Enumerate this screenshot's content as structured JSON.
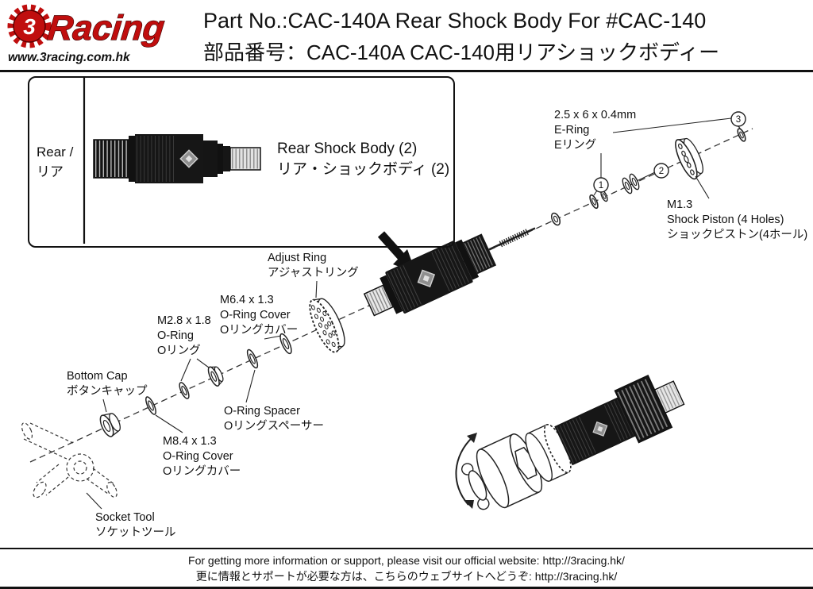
{
  "header": {
    "logo": {
      "gear_digit": "3",
      "brand": "Racing",
      "url": "www.3racing.com.hk"
    },
    "title_en": "Part No.:CAC-140A  Rear Shock Body For #CAC-140",
    "title_jp": "部品番号：CAC-140A CAC-140用リアショックボディー"
  },
  "inset": {
    "side_en": "Rear /",
    "side_jp": "リア",
    "part_en": "Rear Shock Body (2)",
    "part_jp": "リア・ショックボディ (2)"
  },
  "parts": {
    "ering": {
      "l1": "2.5 x 6 x 0.4mm",
      "l2": "E-Ring",
      "l3": "Eリング"
    },
    "piston": {
      "l1": "M1.3",
      "l2": "Shock Piston (4 Holes)",
      "l3": "ショックピストン(4ホール)"
    },
    "adjust_ring": {
      "l1": "Adjust Ring",
      "l2": "アジャストリング"
    },
    "oring_cover_m64": {
      "l1": "M6.4 x 1.3",
      "l2": "O-Ring Cover",
      "l3": "Oリングカバー"
    },
    "oring_m28": {
      "l1": "M2.8 x 1.8",
      "l2": "O-Ring",
      "l3": "Oリング"
    },
    "bottom_cap": {
      "l1": "Bottom Cap",
      "l2": "ボタンキャップ"
    },
    "oring_spacer": {
      "l1": "O-Ring Spacer",
      "l2": "Oリングスペーサー"
    },
    "oring_cover_m84": {
      "l1": "M8.4 x 1.3",
      "l2": "O-Ring Cover",
      "l3": "Oリングカバー"
    },
    "socket_tool": {
      "l1": "Socket Tool",
      "l2": "ソケットツール"
    }
  },
  "callouts": {
    "c1": "1",
    "c2": "2",
    "c3": "3"
  },
  "footer": {
    "line_en": "For getting more information or support, please visit our official website: http://3racing.hk/",
    "line_jp": "更に情報とサポートが必要な方は、こちらのウェブサイトへどうぞ: http://3racing.hk/"
  },
  "colors": {
    "brand_red": "#c00e0e",
    "ink": "#111111",
    "paper": "#ffffff"
  }
}
